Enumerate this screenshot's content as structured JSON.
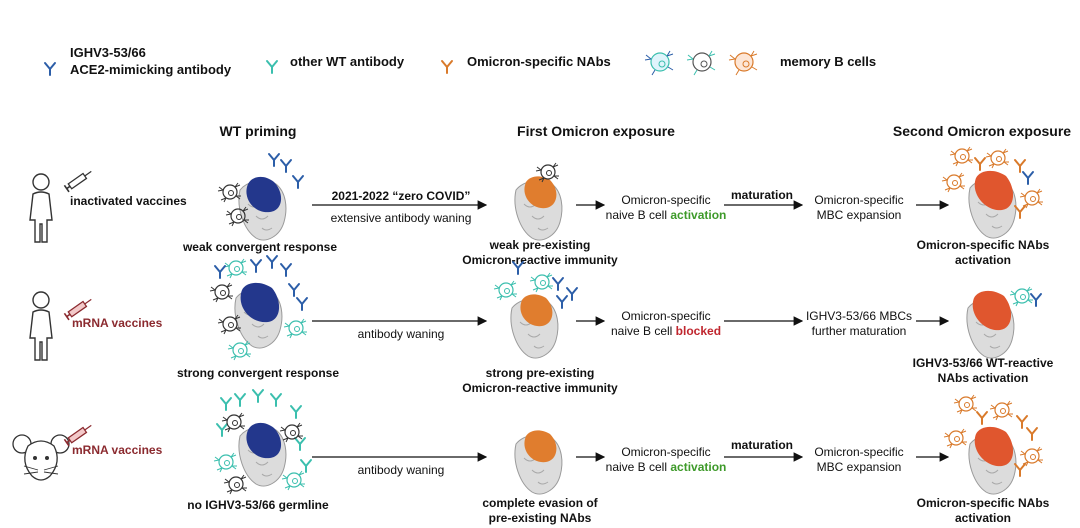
{
  "legend": {
    "ighv_line1": "IGHV3-53/66",
    "ighv_line2": "ACE2-mimicking antibody",
    "other": "other WT antibody",
    "omicron": "Omicron-specific NAbs",
    "memory": "memory B cells"
  },
  "headers": {
    "wt": "WT priming",
    "first": "First Omicron exposure",
    "second": "Second Omicron exposure"
  },
  "rows": [
    {
      "subject": "inactivated vaccines",
      "wt_label": "weak convergent response",
      "waning_top": "2021-2022 “zero COVID”",
      "waning_bottom": "extensive antibody waning",
      "first_line1": "weak pre-existing",
      "first_line2": "Omicron-reactive immunity",
      "naive_line1": "Omicron-specific",
      "naive_prefix": "naive B cell ",
      "naive_status": "activation",
      "maturation": "maturation",
      "mbc_line1": "Omicron-specific",
      "mbc_line2": "MBC expansion",
      "second_line1": "Omicron-specific NAbs",
      "second_line2": "activation"
    },
    {
      "subject": "mRNA vaccines",
      "wt_label": "strong convergent response",
      "waning_bottom": "antibody waning",
      "first_line1": "strong pre-existing",
      "first_line2": "Omicron-reactive immunity",
      "naive_line1": "Omicron-specific",
      "naive_prefix": "naive B cell ",
      "naive_status": "blocked",
      "mbc_line1": "IGHV3-53/66 MBCs",
      "mbc_line2": "further maturation",
      "second_line1": "IGHV3-53/66 WT-reactive",
      "second_line2": "NAbs activation"
    },
    {
      "subject": "mRNA vaccines",
      "wt_label": "no IGHV3-53/66 germline",
      "waning_bottom": "antibody waning",
      "first_line1": "complete evasion of",
      "first_line2": "pre-existing NAbs",
      "naive_line1": "Omicron-specific",
      "naive_prefix": "naive B cell ",
      "naive_status": "activation",
      "maturation": "maturation",
      "mbc_line1": "Omicron-specific",
      "mbc_line2": "MBC expansion",
      "second_line1": "Omicron-specific NAbs",
      "second_line2": "activation"
    }
  ],
  "colors": {
    "ighv": "#2c5ea8",
    "other": "#3bbfae",
    "omicron": "#d97a2b",
    "rbd_wt": "#23378c",
    "rbd_omicron": "#e07d2e",
    "activation": "#3e9a2a",
    "blocked": "#c0262e",
    "vaccine": "#8b2a2f"
  }
}
